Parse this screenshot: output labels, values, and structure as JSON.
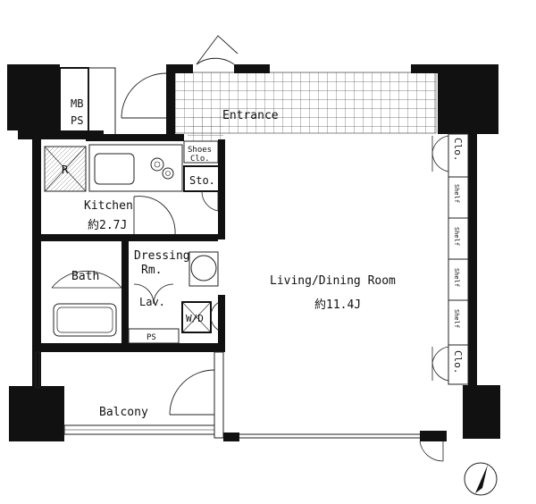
{
  "rooms": {
    "entrance": "Entrance",
    "mb_ps_line1": "MB",
    "mb_ps_line2": "PS",
    "shoes_line1": "Shoes",
    "shoes_line2": "Clo.",
    "storage": "Sto.",
    "fridge": "R",
    "kitchen": "Kitchen",
    "kitchen_size": "約2.7J",
    "dressing_line1": "Dressing",
    "dressing_line2": "Rm.",
    "bath": "Bath",
    "lavatory": "Lav.",
    "washer": "W/D",
    "ps": "PS",
    "living": "Living/Dining Room",
    "living_size": "約11.4J",
    "balcony": "Balcony",
    "closet_top": "Clo.",
    "closet_bottom": "Clo.",
    "shelves": [
      "Shelf",
      "Shelf",
      "Shelf",
      "Shelf"
    ]
  },
  "colors": {
    "wall": "#111111",
    "line": "#222222",
    "tile": "#555555",
    "background": "#ffffff"
  }
}
